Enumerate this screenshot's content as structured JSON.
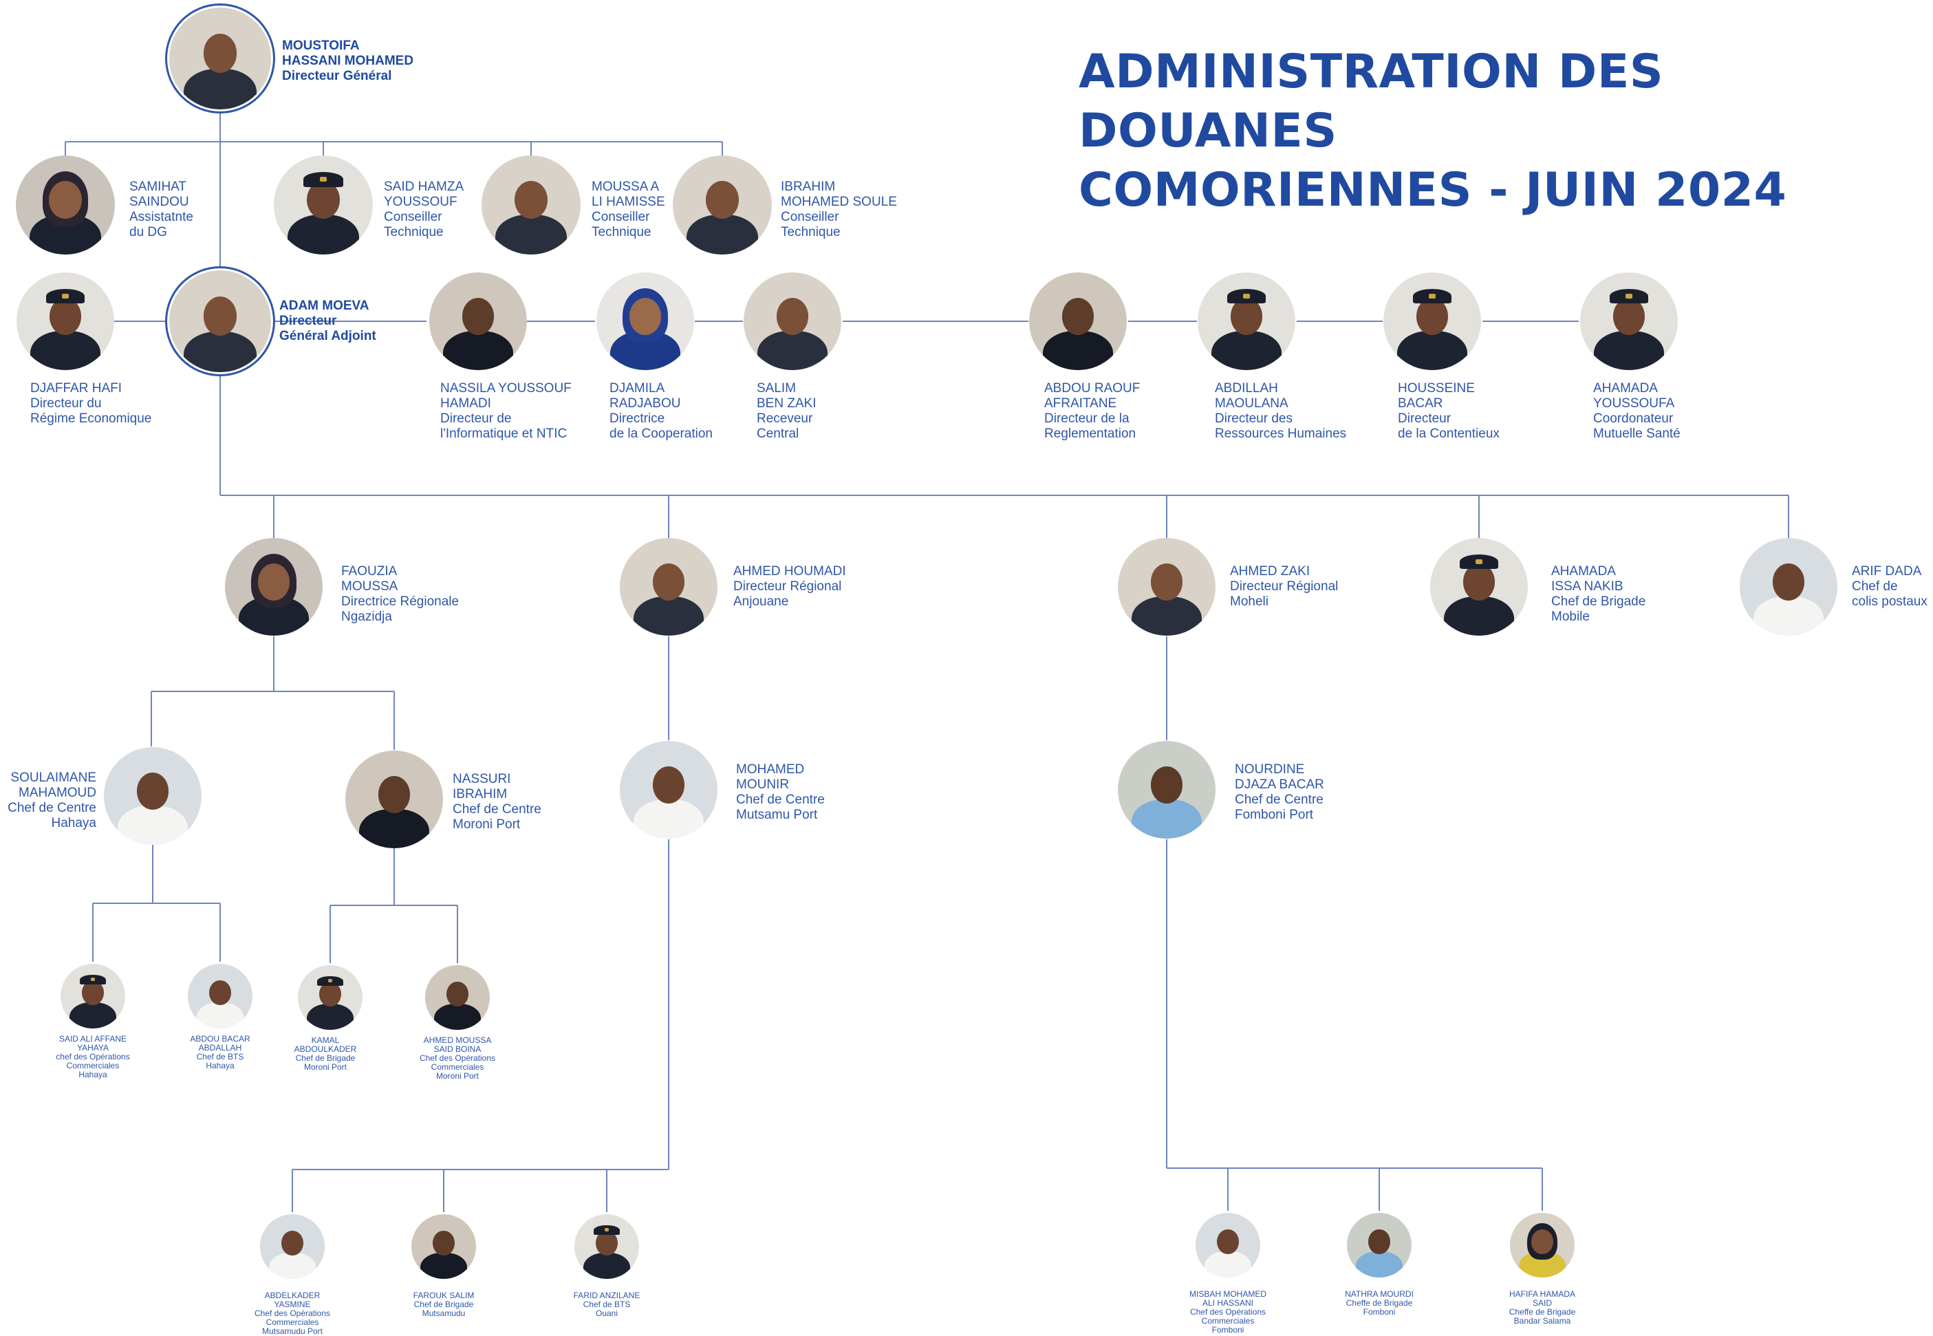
{
  "title": {
    "line1": "ADMINISTRATION DES DOUANES",
    "line2": "COMORIENNES - JUIN 2024"
  },
  "colors": {
    "brand": "#1f4aa0",
    "text": "#2f56a8",
    "line": "#6d86bd"
  },
  "people": [
    {
      "id": "dg",
      "lines": [
        "MOUSTOIFA",
        "HASSANI MOHAMED",
        "Directeur Général"
      ],
      "uniform": "civil"
    },
    {
      "id": "samihat",
      "lines": [
        "SAMIHAT",
        "SAINDOU",
        "Assistatnte",
        "du DG"
      ],
      "uniform": "veil"
    },
    {
      "id": "said-hamza",
      "lines": [
        "SAID  HAMZA",
        "YOUSSOUF",
        "Conseiller",
        "Technique"
      ],
      "uniform": "officer"
    },
    {
      "id": "moussa",
      "lines": [
        "MOUSSA A",
        "LI HAMISSE",
        "Conseiller",
        "Technique"
      ],
      "uniform": "civil"
    },
    {
      "id": "ibrahim",
      "lines": [
        "IBRAHIM",
        "MOHAMED SOULE",
        "Conseiller",
        "Technique"
      ],
      "uniform": "civil"
    },
    {
      "id": "djaffar",
      "lines": [
        "DJAFFAR HAFI",
        "Directeur du",
        "Régime Economique"
      ],
      "uniform": "officer"
    },
    {
      "id": "adam",
      "lines": [
        "ADAM MOEVA",
        "Directeur",
        "Général Adjoint"
      ],
      "uniform": "civil"
    },
    {
      "id": "nassila",
      "lines": [
        "NASSILA YOUSSOUF",
        "HAMADI",
        "Directeur de",
        "l'Informatique et NTIC"
      ],
      "uniform": "uniform"
    },
    {
      "id": "djamila",
      "lines": [
        "DJAMILA",
        "RADJABOU",
        "Directrice",
        "de la Cooperation"
      ],
      "uniform": "veil-blue"
    },
    {
      "id": "salim",
      "lines": [
        "SALIM",
        "BEN ZAKI",
        "Receveur",
        "Central"
      ],
      "uniform": "civil"
    },
    {
      "id": "abdou-raouf",
      "lines": [
        "ABDOU RAOUF",
        "AFRAITANE",
        "Directeur de la",
        "Reglementation"
      ],
      "uniform": "uniform"
    },
    {
      "id": "abdillah",
      "lines": [
        "ABDILLAH",
        "MAOULANA",
        "Directeur des",
        "Ressources Humaines"
      ],
      "uniform": "officer"
    },
    {
      "id": "housseine",
      "lines": [
        "HOUSSEINE",
        "BACAR",
        "Directeur",
        "de la Contentieux"
      ],
      "uniform": "officer"
    },
    {
      "id": "ahamada-y",
      "lines": [
        "AHAMADA",
        "YOUSSOUFA",
        "Coordonateur",
        "Mutuelle Santé"
      ],
      "uniform": "officer"
    },
    {
      "id": "faouzia",
      "lines": [
        "FAOUZIA",
        "MOUSSA",
        "Directrice Régionale",
        "Ngazidja"
      ],
      "uniform": "veil"
    },
    {
      "id": "ahmed-houmadi",
      "lines": [
        "AHMED HOUMADI",
        "Directeur Régional",
        "Anjouane"
      ],
      "uniform": "civil"
    },
    {
      "id": "ahmed-zaki",
      "lines": [
        "AHMED ZAKI",
        "Directeur Régional",
        "Moheli"
      ],
      "uniform": "civil"
    },
    {
      "id": "ahamada-issa",
      "lines": [
        "AHAMADA",
        "ISSA NAKIB",
        "Chef de Brigade",
        "Mobile"
      ],
      "uniform": "officer"
    },
    {
      "id": "arif",
      "lines": [
        "ARIF DADA",
        "Chef de",
        "colis postaux"
      ],
      "uniform": "white"
    },
    {
      "id": "soulaimane",
      "lines": [
        "SOULAIMANE",
        "MAHAMOUD",
        "Chef de Centre",
        "Hahaya"
      ],
      "uniform": "white"
    },
    {
      "id": "nassuri",
      "lines": [
        "NASSURI",
        "IBRAHIM",
        "Chef de Centre",
        "Moroni Port"
      ],
      "uniform": "uniform"
    },
    {
      "id": "mohamed-mounir",
      "lines": [
        "MOHAMED",
        "MOUNIR",
        "Chef de Centre",
        "Mutsamu Port"
      ],
      "uniform": "white"
    },
    {
      "id": "nourdine",
      "lines": [
        "NOURDINE",
        "DJAZA BACAR",
        "Chef de Centre",
        "Fomboni Port"
      ],
      "uniform": "lightblue"
    },
    {
      "id": "said-ali",
      "lines": [
        "SAID ALI AFFANE",
        "YAHAYA",
        "chef des Opérations",
        "Commerciales",
        "Hahaya"
      ],
      "uniform": "officer"
    },
    {
      "id": "abdou-bacar",
      "lines": [
        "ABDOU BACAR",
        "ABDALLAH",
        "Chef de BTS",
        "Hahaya"
      ],
      "uniform": "white"
    },
    {
      "id": "kamal",
      "lines": [
        "KAMAL",
        "ABDOULKADER",
        "Chef de Brigade",
        "Moroni Port"
      ],
      "uniform": "officer"
    },
    {
      "id": "ahmed-moussa",
      "lines": [
        "AHMED MOUSSA",
        "SAID BOINA",
        "Chef des Opérations",
        "Commerciales",
        "Moroni Port"
      ],
      "uniform": "uniform"
    },
    {
      "id": "abdelkader",
      "lines": [
        "ABDELKADER",
        "YASMINE",
        "Chef des Opérations",
        "Commerciales",
        "Mutsamudu Port"
      ],
      "uniform": "white"
    },
    {
      "id": "farouk",
      "lines": [
        "FAROUK SALIM",
        "Chef de Brigade",
        "Mutsamudu"
      ],
      "uniform": "uniform"
    },
    {
      "id": "farid",
      "lines": [
        "FARID ANZILANE",
        "Chef de BTS",
        "Ouani"
      ],
      "uniform": "officer"
    },
    {
      "id": "misbah",
      "lines": [
        "MISBAH MOHAMED",
        "ALI HASSANI",
        "Chef des Opérations",
        "Commerciales",
        "Fomboni"
      ],
      "uniform": "white"
    },
    {
      "id": "nathra",
      "lines": [
        "NATHRA MOURDI",
        "Cheffe de Brigade",
        "Fomboni"
      ],
      "uniform": "lightblue"
    },
    {
      "id": "hafifa",
      "lines": [
        "HAFIFA HAMADA",
        "SAID",
        "Cheffe de Brigade",
        "Bandar Salama"
      ],
      "uniform": "veil-yellow"
    }
  ]
}
